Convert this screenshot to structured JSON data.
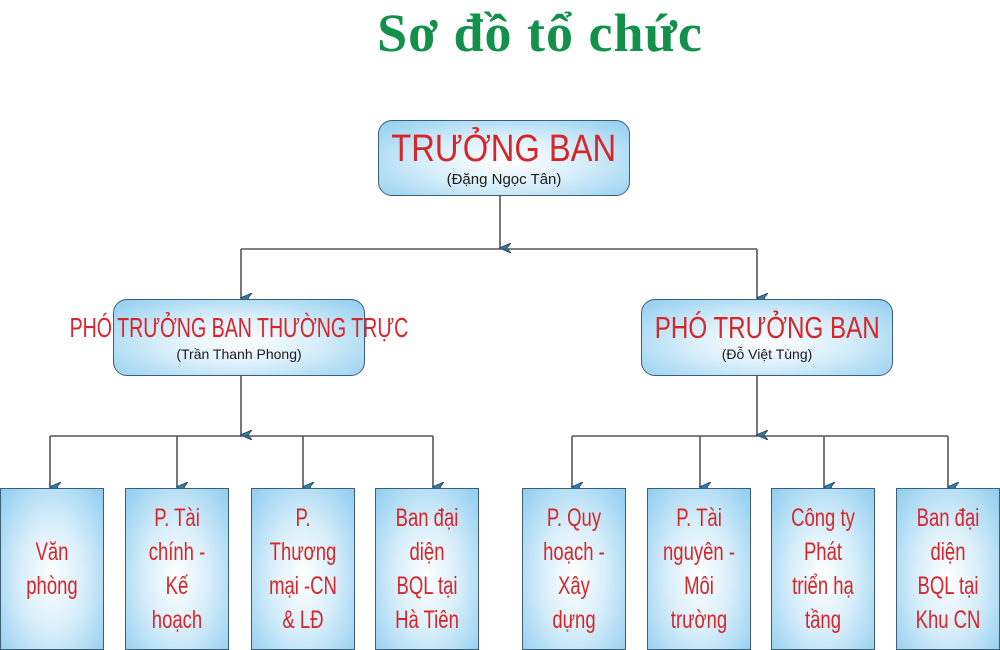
{
  "title": "Sơ đồ tổ chức",
  "colors": {
    "title": "#13904a",
    "box_text": "#d6262a",
    "person_text": "#1a1a1a",
    "box_border": "#3d5f73",
    "box_fill_edge": "#8fcdf0",
    "connector": "#555555",
    "arrowhead": "#2a7fb5"
  },
  "head": {
    "role": "TRƯỞNG BAN",
    "person": "(Đặng Ngọc Tân)"
  },
  "deputies": [
    {
      "role": "PHÓ TRƯỞNG BAN THƯỜNG TRỰC",
      "person": "(Trần Thanh Phong)",
      "units": [
        {
          "label": "Văn phòng"
        },
        {
          "label": "P. Tài chính -\nKế hoạch"
        },
        {
          "label": "P. Thương\nmại -CN & LĐ"
        },
        {
          "label": "Ban đại diện\nBQL tại\nHà Tiên"
        }
      ]
    },
    {
      "role": "PHÓ TRƯỞNG BAN",
      "person": "(Đỗ Việt Tùng)",
      "units": [
        {
          "label": "P. Quy hoạch -\nXây dựng"
        },
        {
          "label": "P. Tài nguyên -\nMôi trường"
        },
        {
          "label": "Công ty Phát\ntriển hạ tầng"
        },
        {
          "label": "Ban đại diện\nBQL tại\nKhu CN"
        }
      ]
    }
  ]
}
